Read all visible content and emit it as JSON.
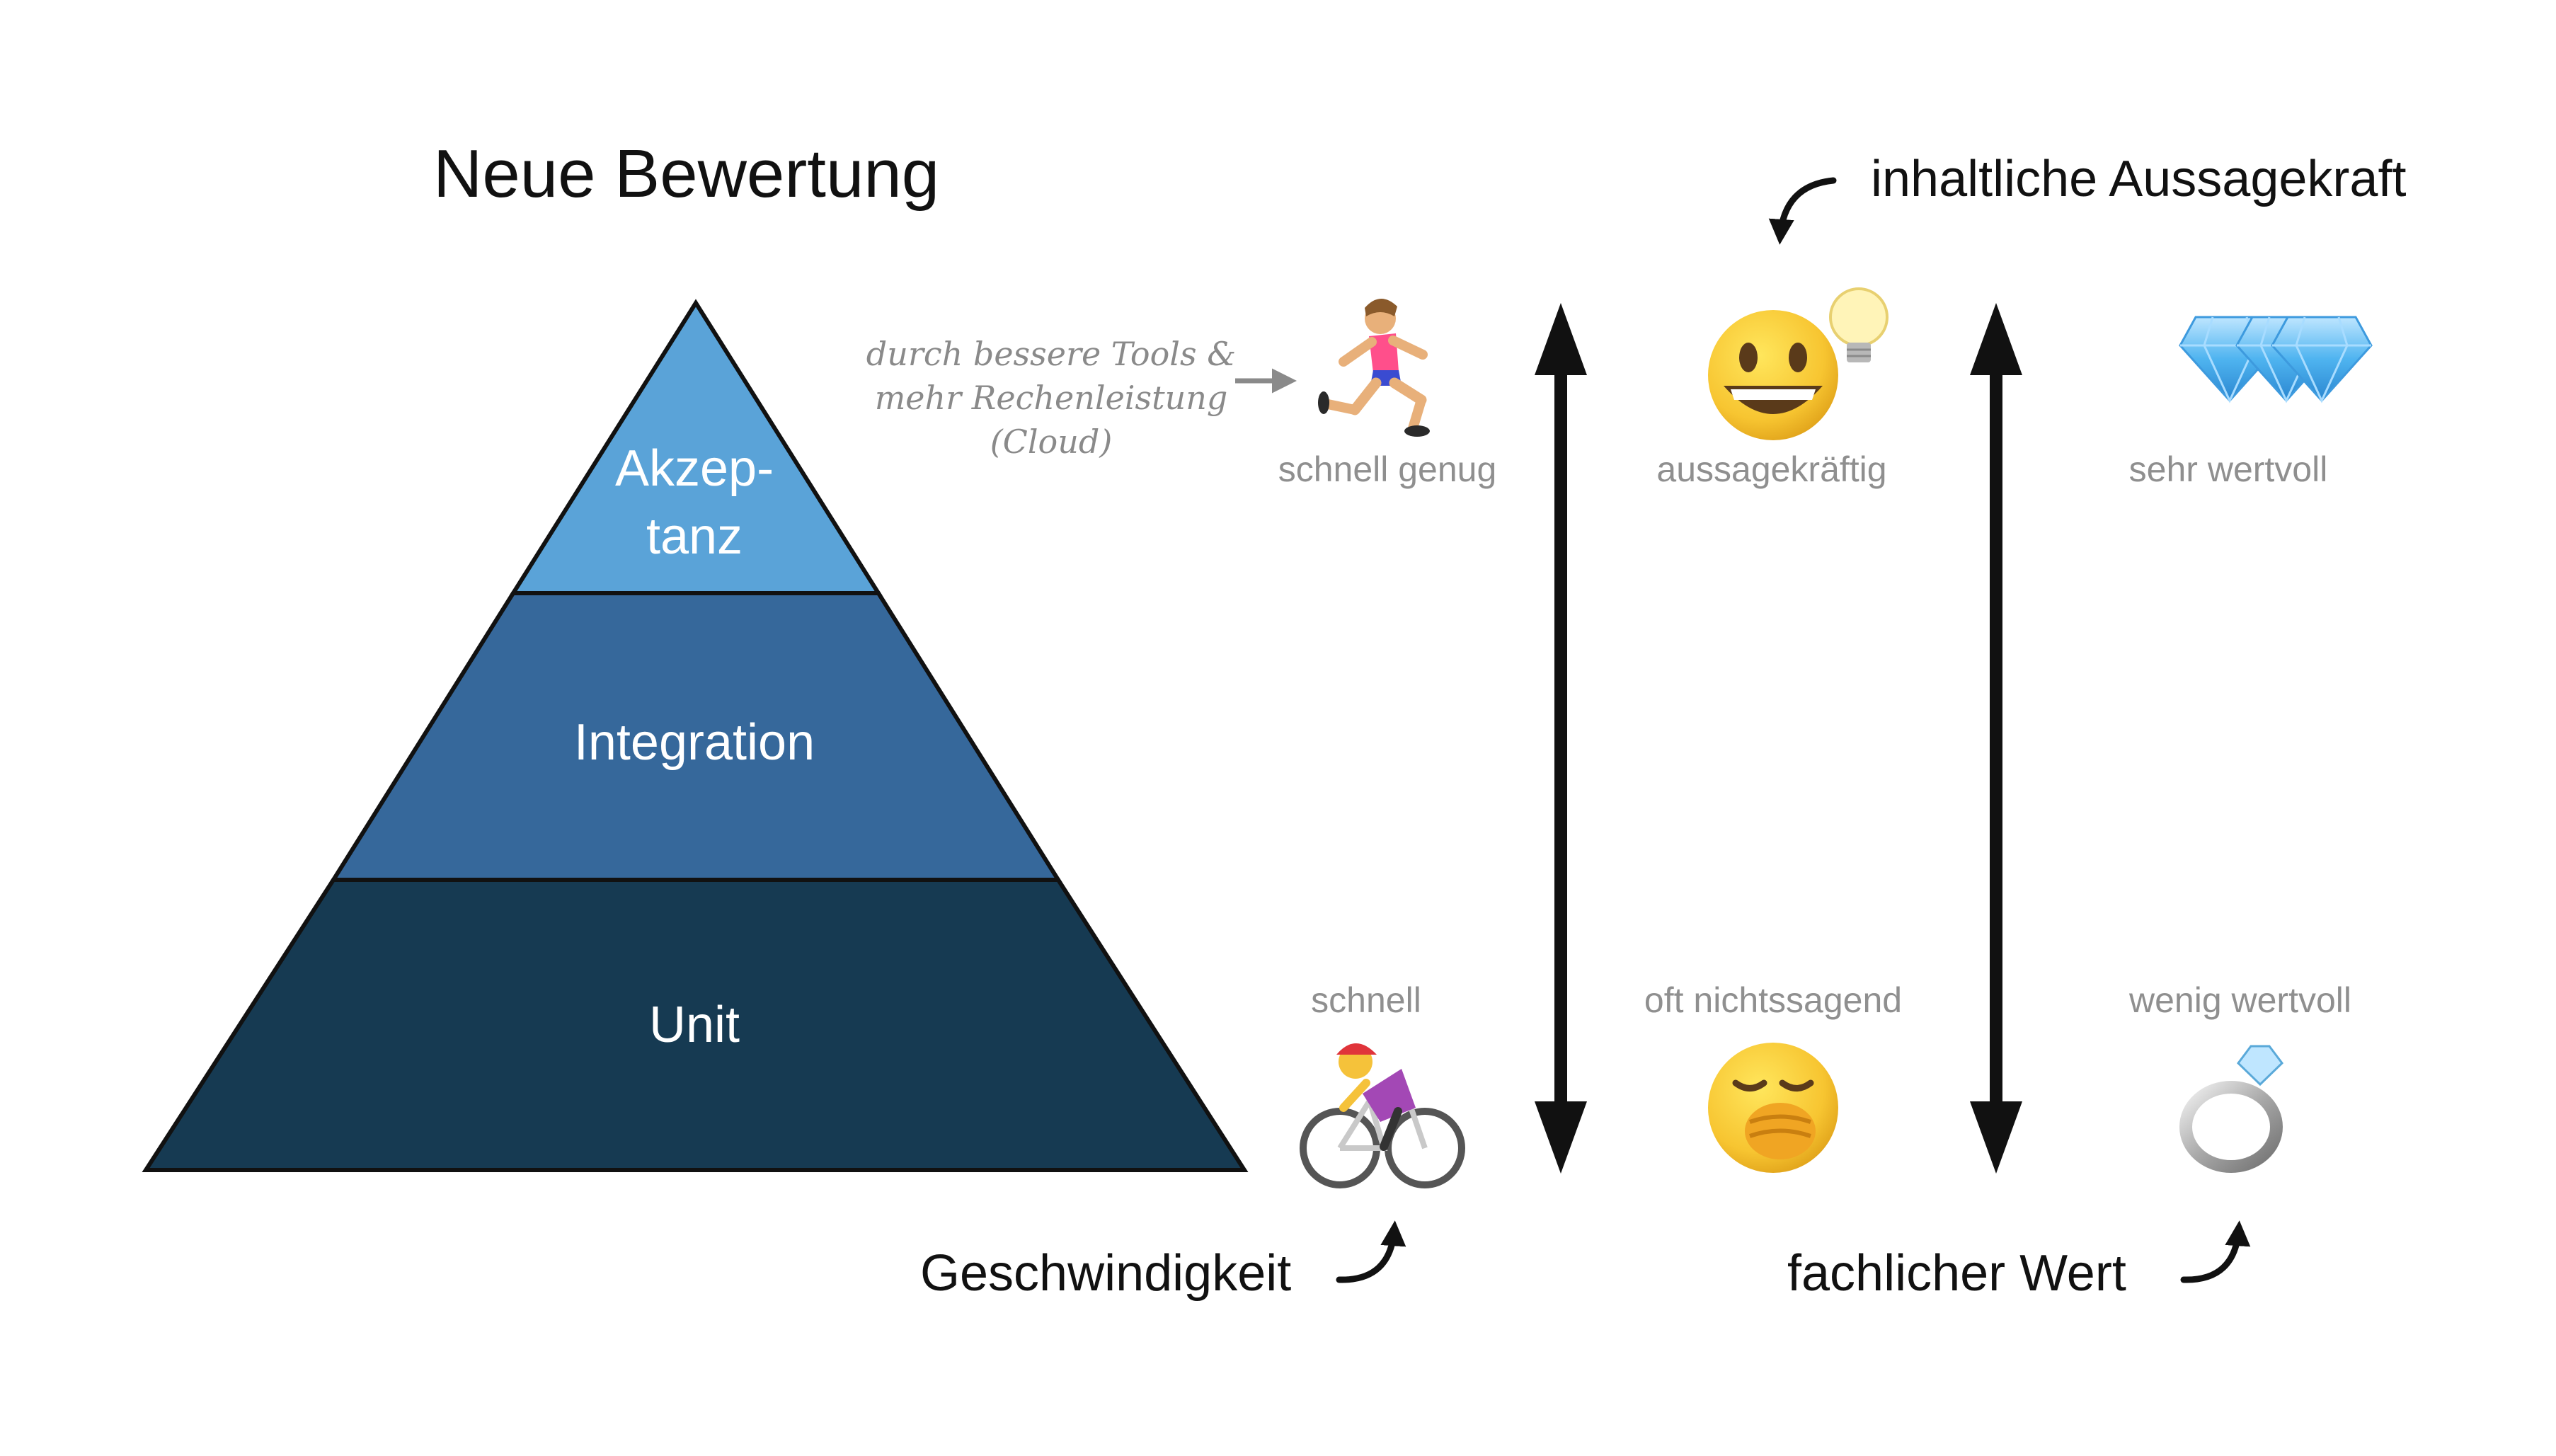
{
  "title": "Neue Bewertung",
  "pyramid": {
    "top": {
      "line1": "Akzep-",
      "line2": "tanz",
      "color": "#5aa3d8"
    },
    "middle": {
      "label": "Integration",
      "color": "#36689b"
    },
    "bottom": {
      "label": "Unit",
      "color": "#163a52"
    },
    "outline_color": "#111111"
  },
  "improvement_note": {
    "line1": "durch bessere Tools &",
    "line2": "mehr Rechenleistung",
    "line3": "(Cloud)"
  },
  "columns": {
    "speed": {
      "top_caption": "schnell genug",
      "top_icon": "runner-icon",
      "bottom_caption": "schnell",
      "bottom_icon": "cyclist-icon"
    },
    "insight": {
      "top_caption": "aussagekräftig",
      "top_icon": "grinning-face-lightbulb-icon",
      "bottom_caption": "oft nichtssagend",
      "bottom_icon": "yawning-face-icon"
    },
    "value": {
      "top_caption": "sehr wertvoll",
      "top_icon": "gem-stones-icon",
      "bottom_caption": "wenig wertvoll",
      "bottom_icon": "ring-icon"
    }
  },
  "axes": {
    "top_right": "inhaltliche Aussagekraft",
    "bottom_left": "Geschwindigkeit",
    "bottom_right": "fachlicher Wert"
  },
  "colors": {
    "caption": "#8f8f8f",
    "note": "#8a8a8a",
    "text": "#111111"
  }
}
